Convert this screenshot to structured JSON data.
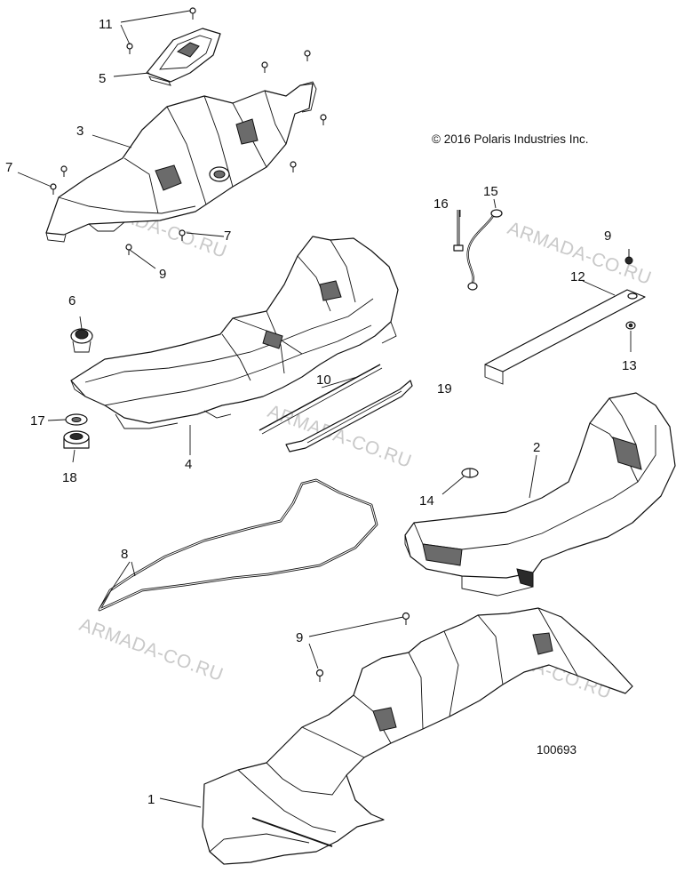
{
  "copyright": "© 2016 Polaris Industries Inc.",
  "doc_number": "100693",
  "watermarks": [
    "ARMADA-CO.RU",
    "ARMADA-CO.RU",
    "ARMADA-CO.RU",
    "ARMADA-CO.RU",
    "ARMADA-CO.RU",
    "ARMADA-CO.RU"
  ],
  "callouts": {
    "c1": "1",
    "c2": "2",
    "c3": "3",
    "c4": "4",
    "c5": "5",
    "c6": "6",
    "c7a": "7",
    "c7b": "7",
    "c8": "8",
    "c9a": "9",
    "c9b": "9",
    "c9c": "9",
    "c10": "10",
    "c11": "11",
    "c12": "12",
    "c13": "13",
    "c14": "14",
    "c15": "15",
    "c16": "16",
    "c17": "17",
    "c18": "18",
    "c19": "19"
  }
}
